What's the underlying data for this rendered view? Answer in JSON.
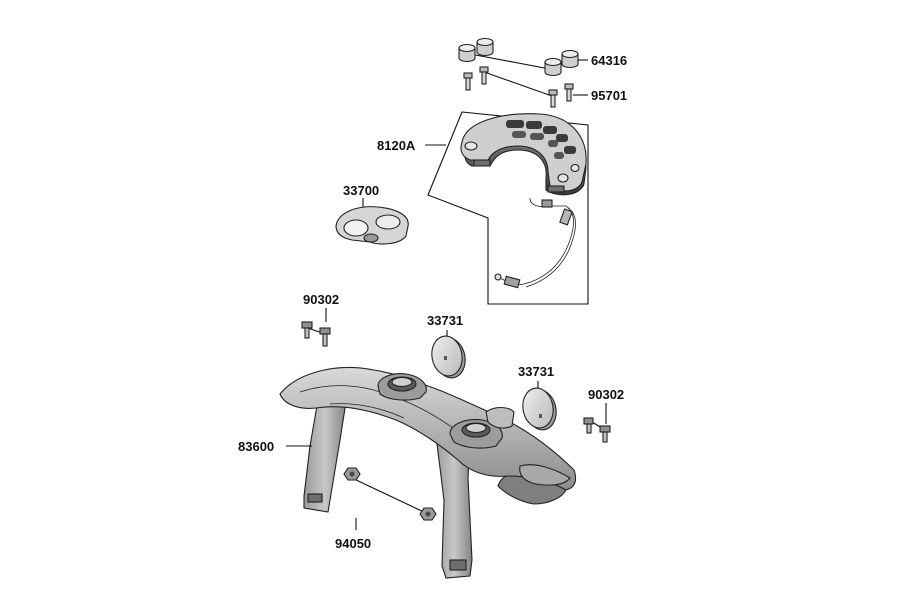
{
  "diagram": {
    "part_numbers": {
      "p64316": "64316",
      "p95701": "95701",
      "p8120a": "8120A",
      "p33700": "33700",
      "p90302_left": "90302",
      "p33731_upper": "33731",
      "p33731_lower": "33731",
      "p90302_right": "90302",
      "p83600": "83600",
      "p94050": "94050"
    }
  }
}
